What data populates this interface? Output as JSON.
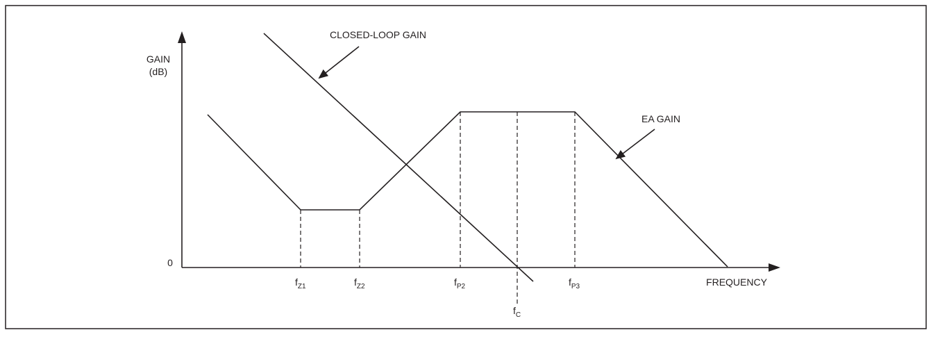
{
  "diagram": {
    "y_axis": {
      "label_line1": "GAIN",
      "label_line2": "(dB)",
      "origin_label": "0"
    },
    "x_axis": {
      "label": "FREQUENCY"
    },
    "curves": {
      "closed_loop": {
        "label": "CLOSED-LOOP GAIN"
      },
      "ea": {
        "label": "EA GAIN"
      }
    },
    "markers": {
      "fz1": {
        "base": "f",
        "sub": "Z1"
      },
      "fz2": {
        "base": "f",
        "sub": "Z2"
      },
      "fp2": {
        "base": "f",
        "sub": "P2"
      },
      "fp3": {
        "base": "f",
        "sub": "P3"
      },
      "fc": {
        "base": "f",
        "sub": "C"
      }
    },
    "colors": {
      "ink": "#231f20",
      "background": "#ffffff"
    }
  }
}
